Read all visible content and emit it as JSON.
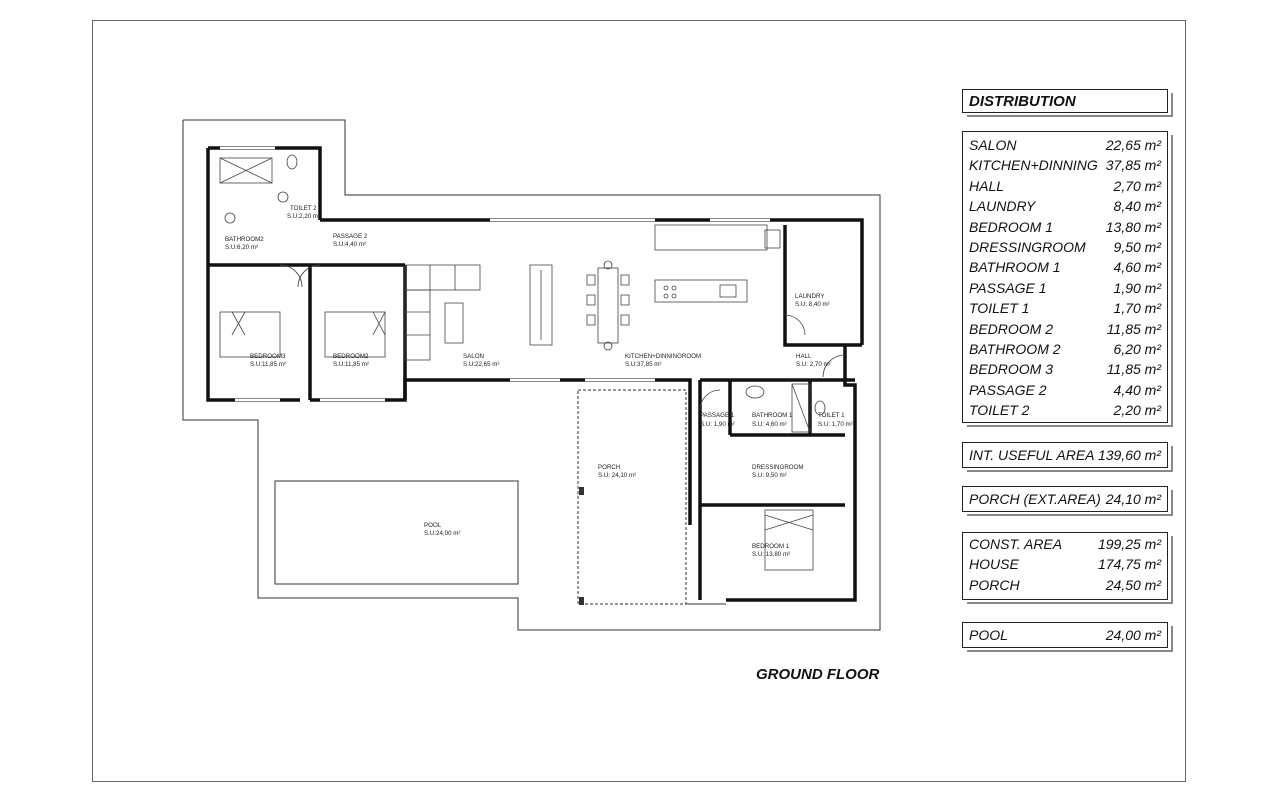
{
  "caption": "GROUND FLOOR",
  "distribution": {
    "title": "DISTRIBUTION",
    "rooms": [
      {
        "name": "SALON",
        "area": "22,65 m²"
      },
      {
        "name": "KITCHEN+DINNING",
        "area": "37,85 m²"
      },
      {
        "name": "HALL",
        "area": "2,70 m²"
      },
      {
        "name": "LAUNDRY",
        "area": "8,40 m²"
      },
      {
        "name": "BEDROOM 1",
        "area": "13,80 m²"
      },
      {
        "name": "DRESSINGROOM",
        "area": "9,50 m²"
      },
      {
        "name": "BATHROOM 1",
        "area": "4,60 m²"
      },
      {
        "name": "PASSAGE 1",
        "area": "1,90 m²"
      },
      {
        "name": "TOILET 1",
        "area": "1,70 m²"
      },
      {
        "name": "BEDROOM 2",
        "area": "11,85 m²"
      },
      {
        "name": "BATHROOM 2",
        "area": "6,20 m²"
      },
      {
        "name": "BEDROOM 3",
        "area": "11,85 m²"
      },
      {
        "name": "PASSAGE 2",
        "area": "4,40 m²"
      },
      {
        "name": "TOILET 2",
        "area": "2,20 m²"
      }
    ],
    "useful": {
      "name": "INT. USEFUL AREA",
      "area": "139,60 m²"
    },
    "porch": {
      "name": "PORCH (EXT.AREA)",
      "area": "24,10 m²"
    },
    "const": [
      {
        "name": "CONST. AREA",
        "area": "199,25 m²"
      },
      {
        "name": "HOUSE",
        "area": "174,75 m²"
      },
      {
        "name": "PORCH",
        "area": "24,50 m²"
      }
    ],
    "pool": {
      "name": "POOL",
      "area": "24,00 m²"
    }
  },
  "plan_labels": {
    "toilet2": [
      "TOILET 2",
      "S.U:2,20 m²"
    ],
    "bathroom2": [
      "BATHROOM2",
      "S.U:6,20 m²"
    ],
    "passage2": [
      "PASSAGE 2",
      "S.U:4,40 m²"
    ],
    "bedroom3": [
      "BEDROOM3",
      "S.U:11,85 m²"
    ],
    "bedroom2": [
      "BEDROOM2",
      "S.U:11,85 m²"
    ],
    "salon": [
      "SALON",
      "S.U:22,65 m²"
    ],
    "kitchen": [
      "KITCHEN+DINNINGROOM",
      "S.U:37,85 m²"
    ],
    "laundry": [
      "LAUNDRY",
      "S.U: 8,40 m²"
    ],
    "hall": [
      "HALL",
      "S.U: 2,70 m²"
    ],
    "passage1": [
      "PASSAGE 1",
      "S.U: 1,90 m²"
    ],
    "bathroom1": [
      "BATHROOM 1",
      "S.U: 4,60 m²"
    ],
    "toilet1": [
      "TOILET 1",
      "S.U: 1,70 m²"
    ],
    "dressing": [
      "DRESSINGROOM",
      "S.U: 9,50 m²"
    ],
    "bedroom1": [
      "BEDROOM 1",
      "S.U: 13,80 m²"
    ],
    "porch": [
      "PORCH",
      "S.U: 24,10 m²"
    ],
    "pool": [
      "POOL",
      "S.U:24,00 m²"
    ]
  }
}
